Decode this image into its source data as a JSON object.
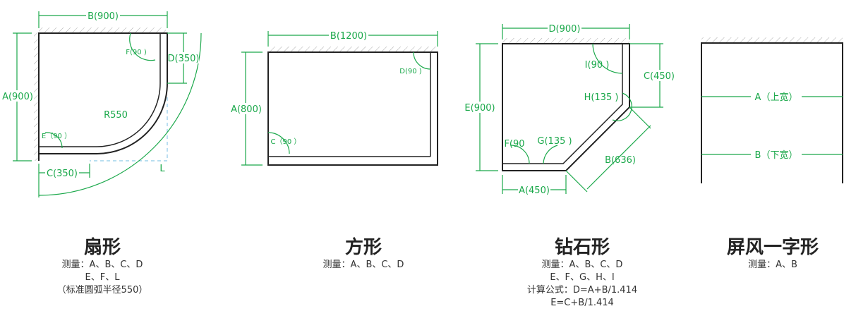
{
  "colors": {
    "outline": "#222222",
    "dimension": "#1aa84a",
    "dashed_guide": "#8ec9e8",
    "wall_hatch": "#999999"
  },
  "shapes": [
    {
      "title": "扇形",
      "measure_lines": [
        "测量：A、B、C、D",
        "E、F、L",
        "（标准圆弧半径550）"
      ],
      "labels": {
        "A": "A(900)",
        "B": "B(900)",
        "C": "C(350)",
        "D": "D(350)",
        "E": "E（90 ）",
        "F": "F(90 )",
        "R": "R550",
        "L": "L"
      }
    },
    {
      "title": "方形",
      "measure_lines": [
        "测量：A、B、C、D"
      ],
      "labels": {
        "A": "A(800)",
        "B": "B(1200)",
        "C": "C（90 ）",
        "D": "D(90 )"
      }
    },
    {
      "title": "钻石形",
      "measure_lines": [
        "测量：A、B、C、D",
        "E、F、G、H、I",
        "计算公式：D=A+B/1.414",
        "E=C+B/1.414"
      ],
      "labels": {
        "A": "A(450)",
        "B": "B(636)",
        "C": "C(450)",
        "D": "D(900)",
        "E": "E(900)",
        "F": "F(90",
        "G": "G(135 )",
        "H": "H(135 )",
        "I": "I(90 )"
      }
    },
    {
      "title": "屏风一字形",
      "measure_lines": [
        "测量：A、B"
      ],
      "labels": {
        "A": "A（上宽）",
        "B": "B（下宽）"
      }
    }
  ]
}
